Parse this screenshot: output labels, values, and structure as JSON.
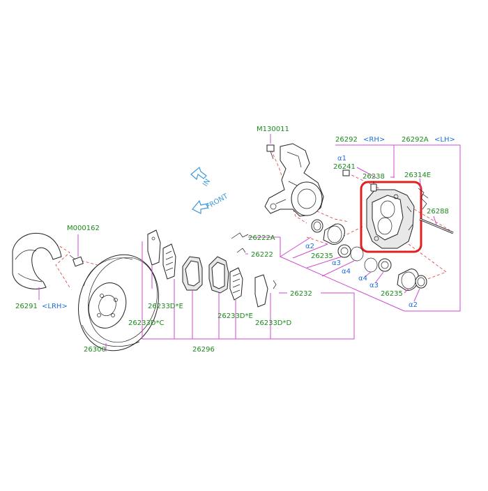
{
  "colors": {
    "label": "#1a8a1a",
    "leader": "#d04ad0",
    "dashed": "#e03a3a",
    "highlight": "#e02020",
    "direction": "#3b9bd8"
  },
  "directions": {
    "in": "IN",
    "front": "FRONT"
  },
  "labels": {
    "m130011": "M130011",
    "p26292": "26292",
    "rh": "<RH>",
    "p26292a": "26292A",
    "lh": "<LH>",
    "a1": "α1",
    "p26241": "26241",
    "p26238": "26238",
    "p26314e": "26314E",
    "p26288": "26288",
    "m000162": "M000162",
    "p26291": "26291",
    "lrh": "<LRH>",
    "p26300": "26300",
    "p26222a": "26222A",
    "p26222": "26222",
    "p26235_top": "26235",
    "a2_top": "α2",
    "a3_top": "α3",
    "a4_top": "α4",
    "a4_bot": "α4",
    "a3_bot": "α3",
    "p26235_bot": "26235",
    "a2_bot": "α2",
    "p26232": "26232",
    "p26233de": "26233D*E",
    "p26233dc": "26233D*C",
    "p26233de_2": "26233D*E",
    "p26233dd": "26233D*D",
    "p26296": "26296"
  }
}
